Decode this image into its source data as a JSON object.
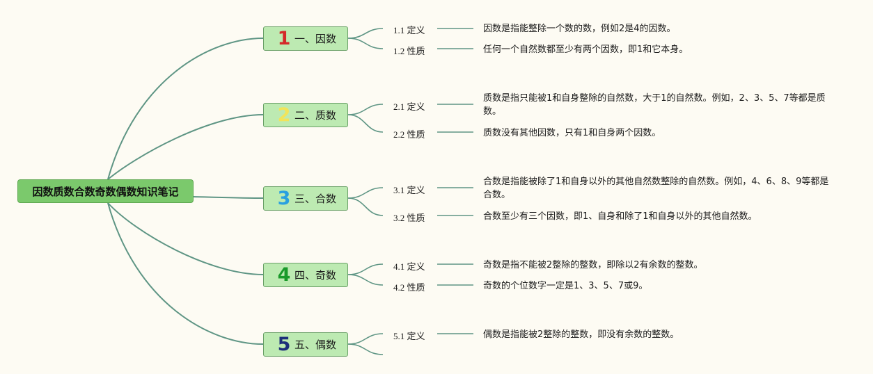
{
  "root": {
    "title": "因数质数合数奇数偶数知识笔记"
  },
  "colors": {
    "line": "#5e9584",
    "root_fill": "#7bc96c",
    "topic_fill": "#bdeab2"
  },
  "topics": [
    {
      "num": "1",
      "num_color": "#d42a2a",
      "title": "一、因数",
      "items": [
        {
          "label": "1.1 定义",
          "desc": "因数是指能整除一个数的数，例如2是4的因数。"
        },
        {
          "label": "1.2 性质",
          "desc": "任何一个自然数都至少有两个因数，即1和它本身。"
        }
      ]
    },
    {
      "num": "2",
      "num_color": "#f2e45a",
      "title": "二、质数",
      "items": [
        {
          "label": "2.1 定义",
          "desc": "质数是指只能被1和自身整除的自然数，大于1的自然数。例如，2、3、5、7等都是质数。"
        },
        {
          "label": "2.2 性质",
          "desc": "质数没有其他因数，只有1和自身两个因数。"
        }
      ]
    },
    {
      "num": "3",
      "num_color": "#2aa0e0",
      "title": "三、合数",
      "items": [
        {
          "label": "3.1 定义",
          "desc": "合数是指能被除了1和自身以外的其他自然数整除的自然数。例如，4、6、8、9等都是合数。"
        },
        {
          "label": "3.2 性质",
          "desc": "合数至少有三个因数，即1、自身和除了1和自身以外的其他自然数。"
        }
      ]
    },
    {
      "num": "4",
      "num_color": "#1a9a2a",
      "title": "四、奇数",
      "items": [
        {
          "label": "4.1 定义",
          "desc": "奇数是指不能被2整除的整数，即除以2有余数的整数。"
        },
        {
          "label": "4.2 性质",
          "desc": "奇数的个位数字一定是1、3、5、7或9。"
        }
      ]
    },
    {
      "num": "5",
      "num_color": "#1d2f7a",
      "title": "五、偶数",
      "items": [
        {
          "label": "5.1 定义",
          "desc": "偶数是指能被2整除的整数，即没有余数的整数。"
        }
      ]
    }
  ]
}
